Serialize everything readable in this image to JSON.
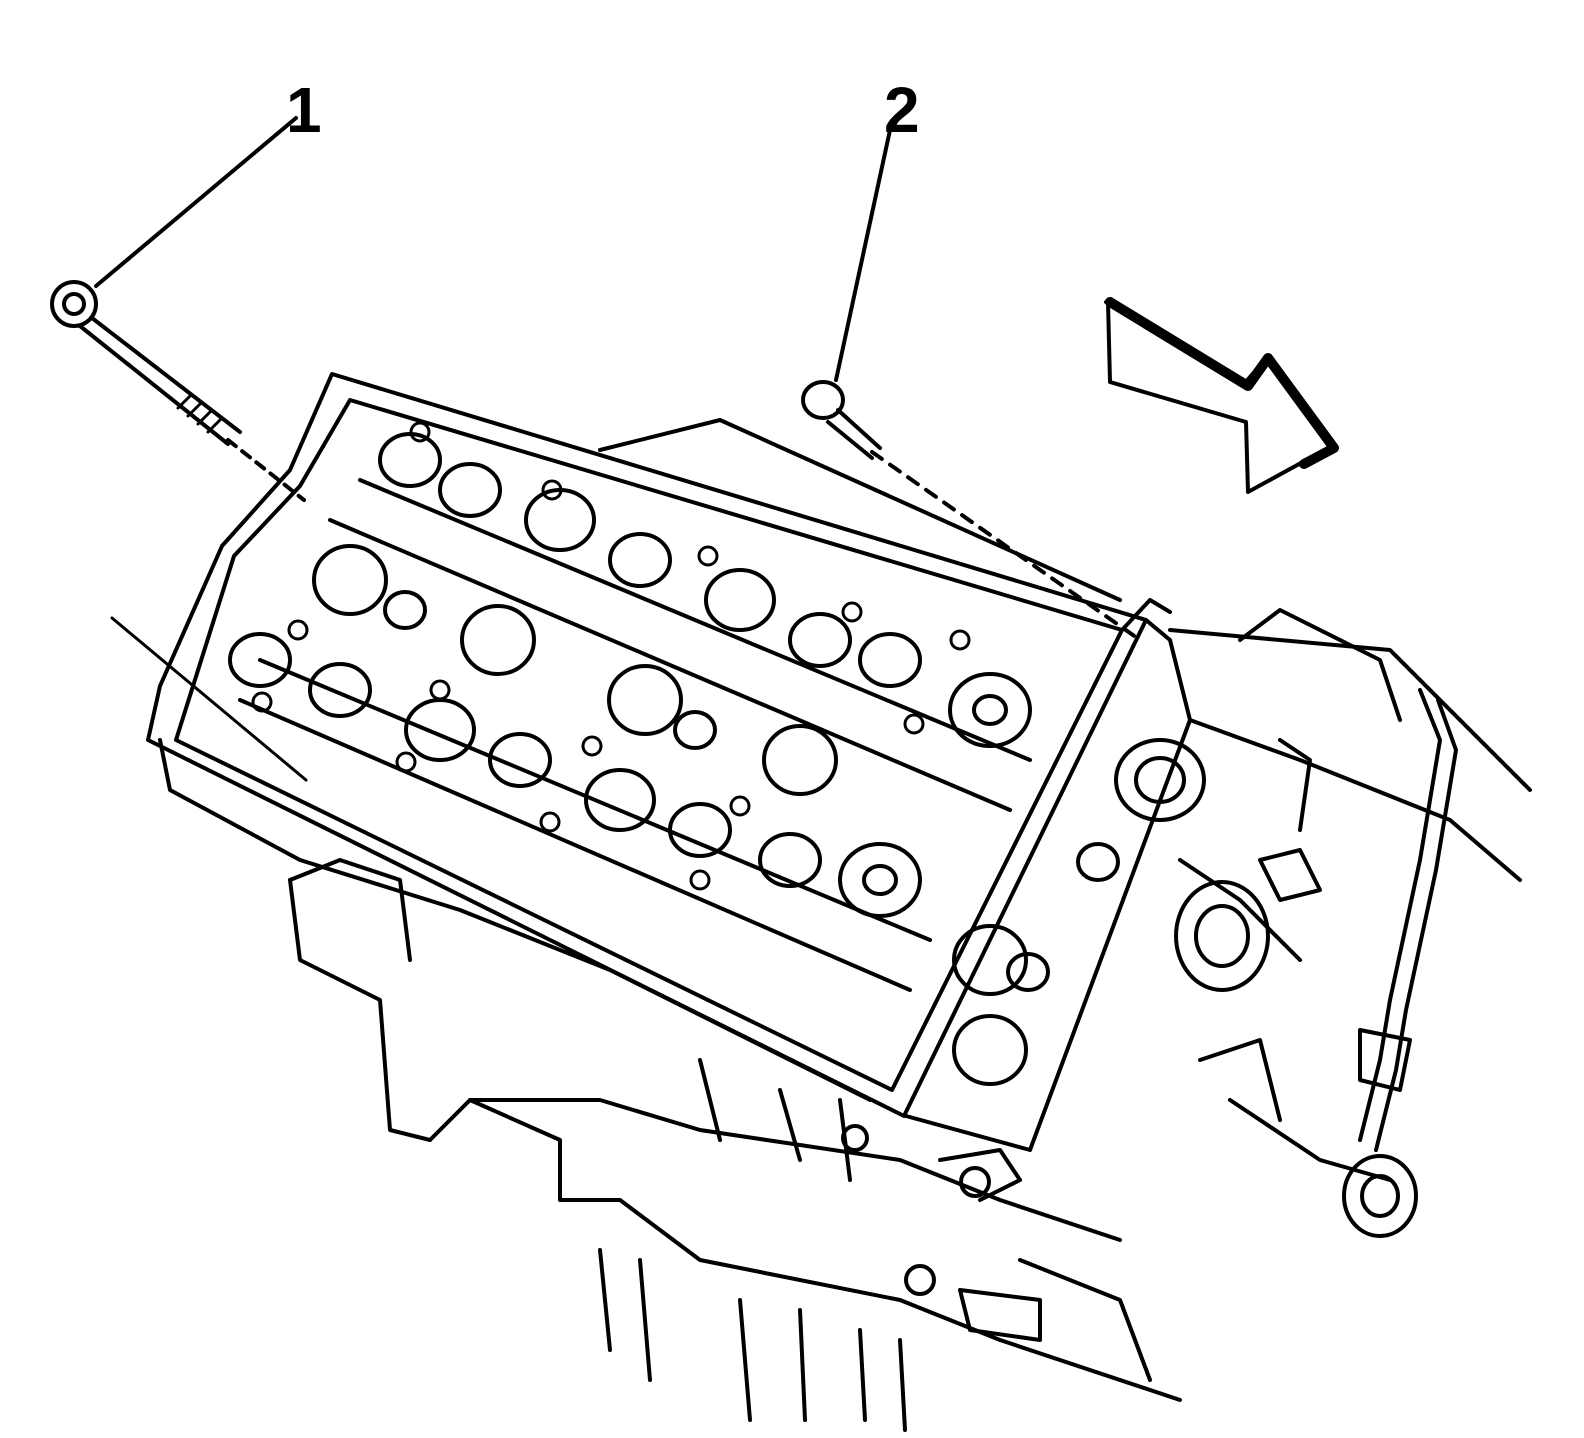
{
  "diagram": {
    "callouts": [
      {
        "id": "1",
        "label": "1",
        "part": "long-bolt"
      },
      {
        "id": "2",
        "label": "2",
        "part": "short-bolt"
      }
    ],
    "direction_arrow": {
      "icon": "front-direction-arrow-icon"
    },
    "colors": {
      "line": "#000000",
      "background": "#ffffff"
    }
  }
}
